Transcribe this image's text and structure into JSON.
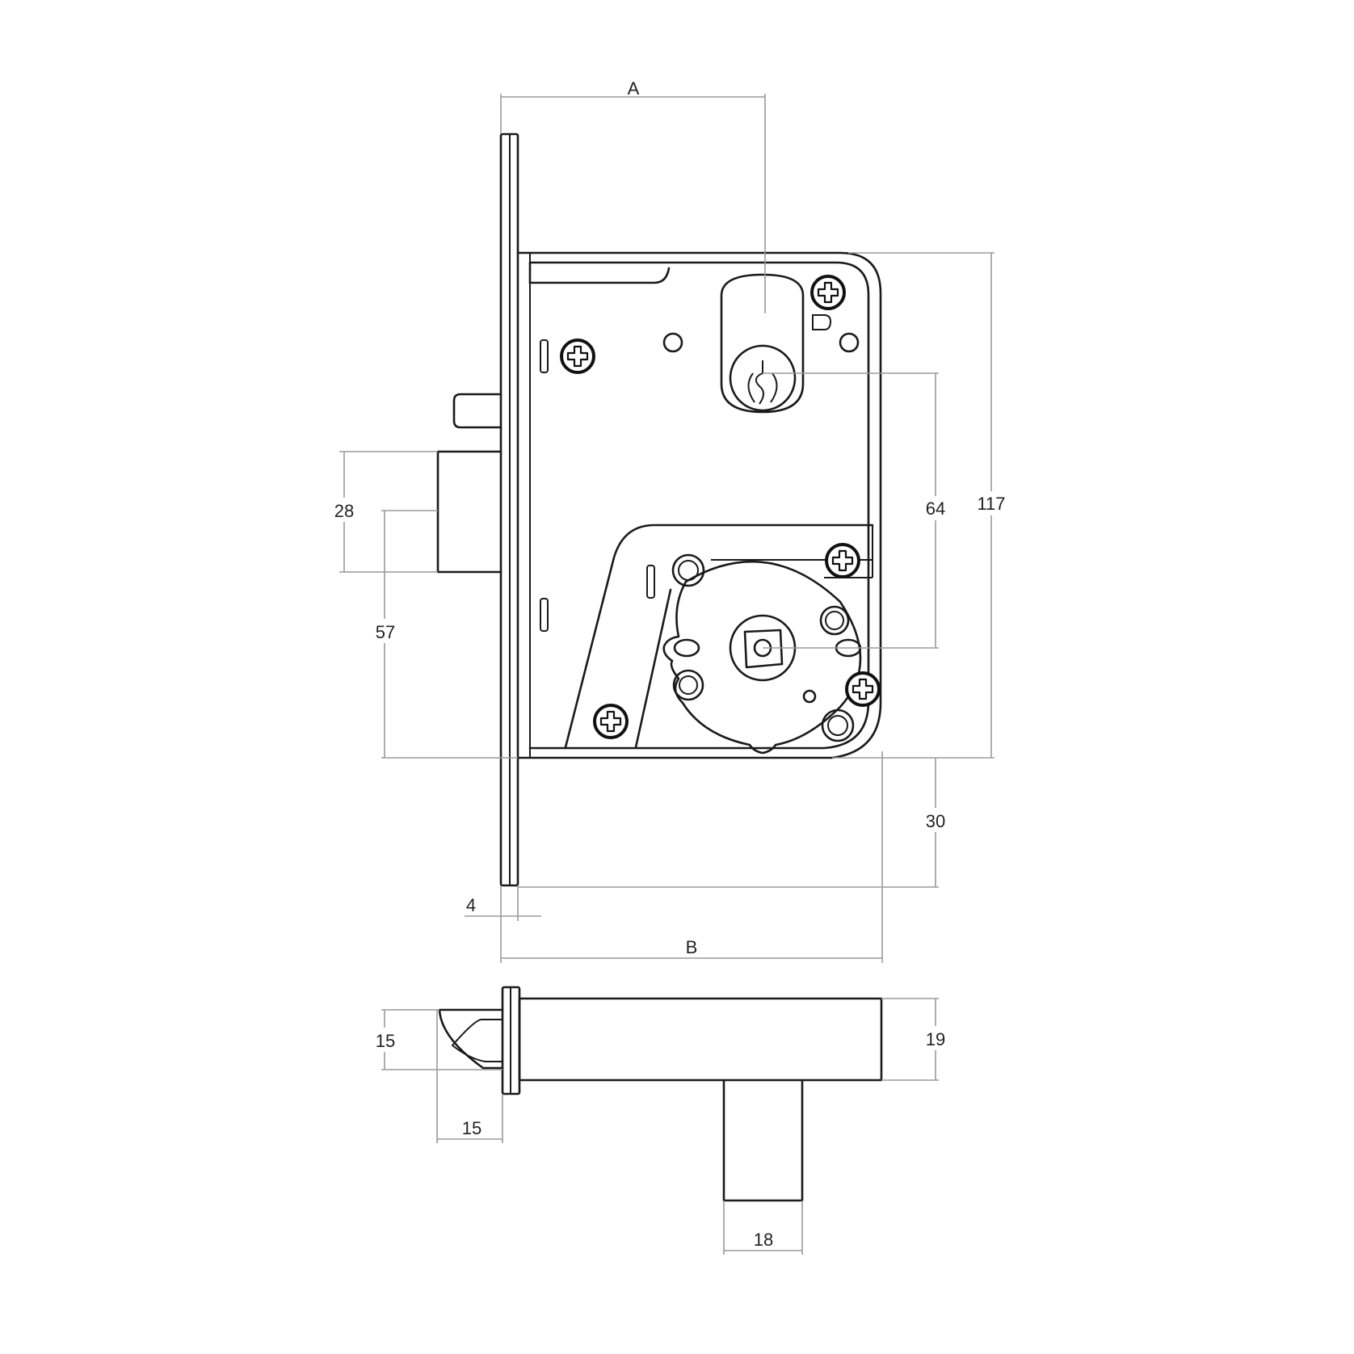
{
  "diagram": {
    "subject": "Mortise lock technical drawing",
    "views": [
      "front-view",
      "top-section-view"
    ],
    "colors": {
      "background": "#ffffff",
      "outline": "#1a1a1a",
      "dimension_line": "#9a9a9a",
      "text": "#222222"
    }
  },
  "dimensions": {
    "backset": "A",
    "case_depth": "B",
    "latch_height": "28",
    "latch_to_bottom": "57",
    "cylinder_to_handle": "64",
    "case_height": "117",
    "bottom_extension": "30",
    "faceplate_thickness": "4",
    "latch_projection_height": "15",
    "latch_projection_depth": "15",
    "case_thickness": "19",
    "handle_spindle_width": "18"
  },
  "components": {
    "faceplate": "faceplate",
    "case": "lock-case",
    "latch_bolt": "latch-bolt",
    "dead_bolt": "dead-bolt",
    "cylinder_hole": "euro-cylinder-hole",
    "handle_follower": "square-spindle-follower",
    "screws": 5
  }
}
